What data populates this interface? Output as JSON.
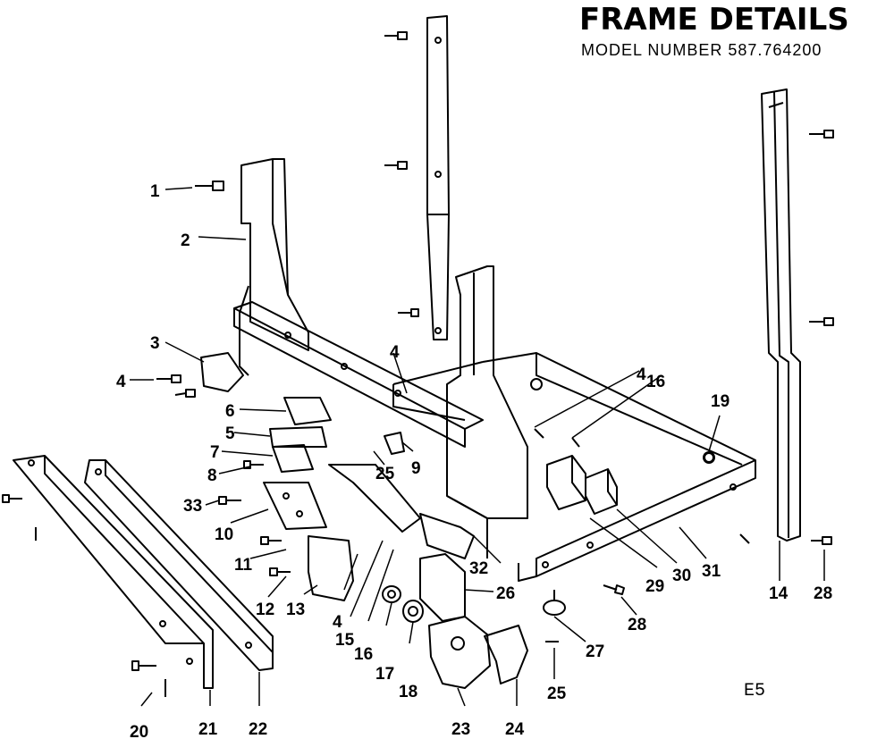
{
  "header": {
    "title": "FRAME DETAILS",
    "model": "MODEL NUMBER 587.764200"
  },
  "footer_code": "E5",
  "callouts": [
    "1",
    "2",
    "3",
    "4",
    "4",
    "4",
    "4",
    "5",
    "6",
    "7",
    "8",
    "9",
    "10",
    "11",
    "12",
    "13",
    "14",
    "15",
    "16",
    "16",
    "17",
    "18",
    "19",
    "20",
    "21",
    "22",
    "23",
    "24",
    "25",
    "25",
    "26",
    "27",
    "28",
    "28",
    "29",
    "30",
    "31",
    "32",
    "33"
  ]
}
